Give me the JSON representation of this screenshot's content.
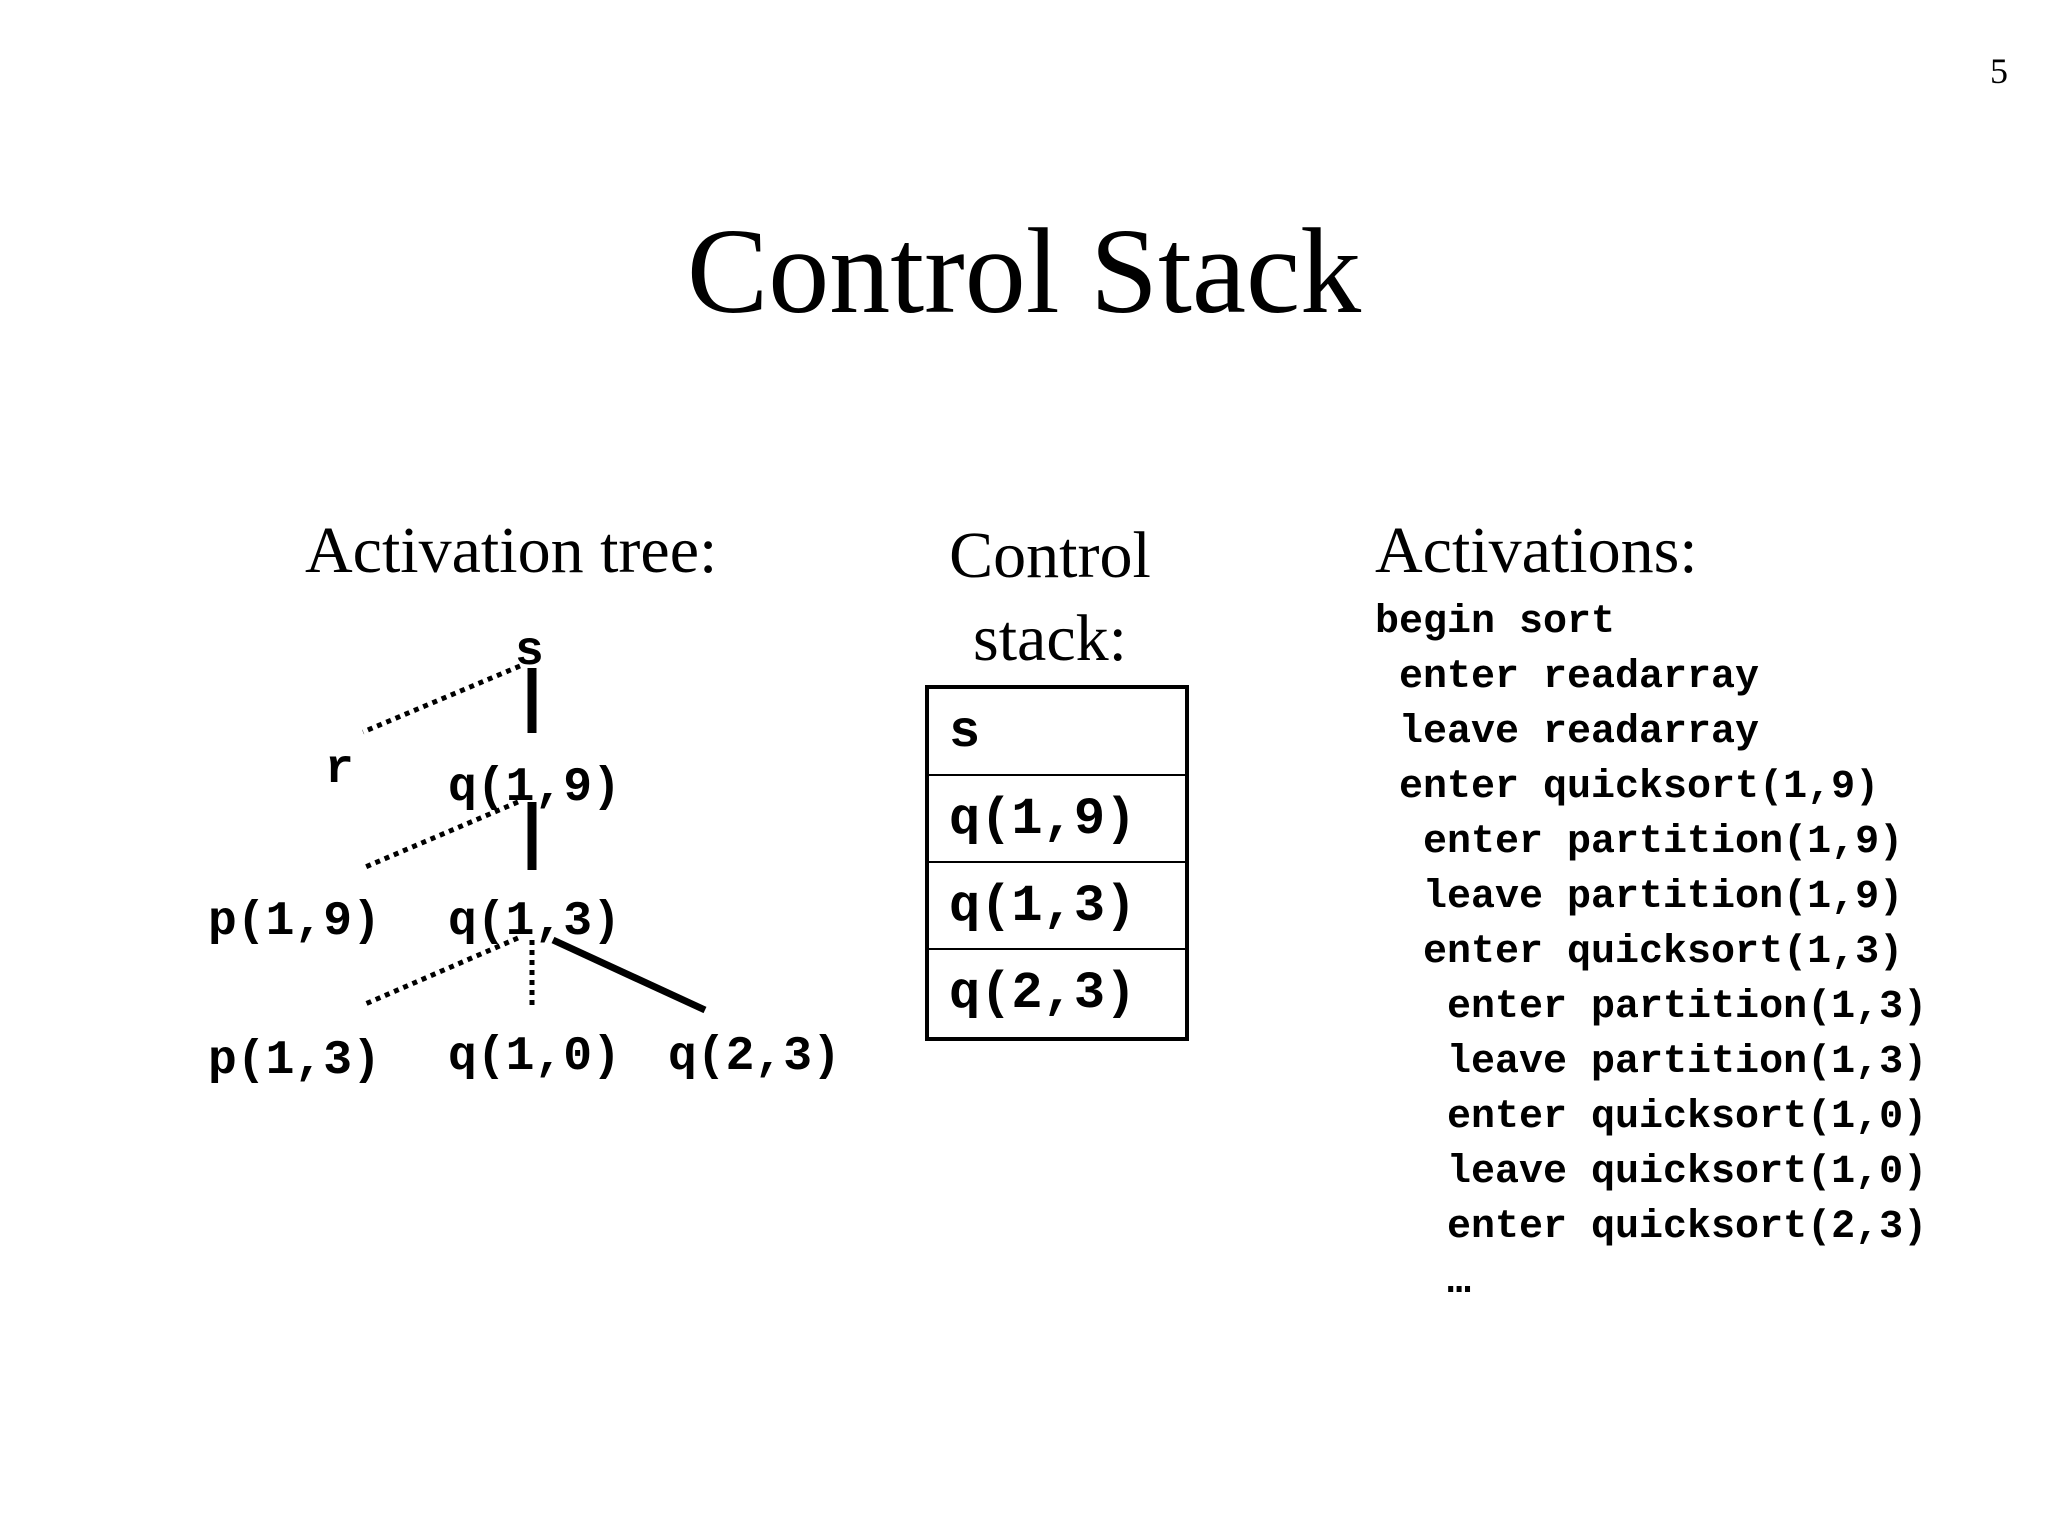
{
  "slide": {
    "page_number": "5",
    "title": "Control Stack"
  },
  "activation_tree": {
    "heading": "Activation tree:",
    "nodes": {
      "s": "s",
      "r": "r",
      "q19": "q(1,9)",
      "p19": "p(1,9)",
      "q13": "q(1,3)",
      "p13": "p(1,3)",
      "q10": "q(1,0)",
      "q23": "q(2,3)"
    }
  },
  "control_stack": {
    "heading": "Control stack:",
    "frames": [
      "s",
      "q(1,9)",
      "q(1,3)",
      "q(2,3)"
    ]
  },
  "activations": {
    "heading": "Activations:",
    "lines": [
      "begin sort",
      " enter readarray",
      " leave readarray",
      " enter quicksort(1,9)",
      "  enter partition(1,9)",
      "  leave partition(1,9)",
      "  enter quicksort(1,3)",
      "   enter partition(1,3)",
      "   leave partition(1,3)",
      "   enter quicksort(1,0)",
      "   leave quicksort(1,0)",
      "   enter quicksort(2,3)",
      "   …"
    ]
  }
}
